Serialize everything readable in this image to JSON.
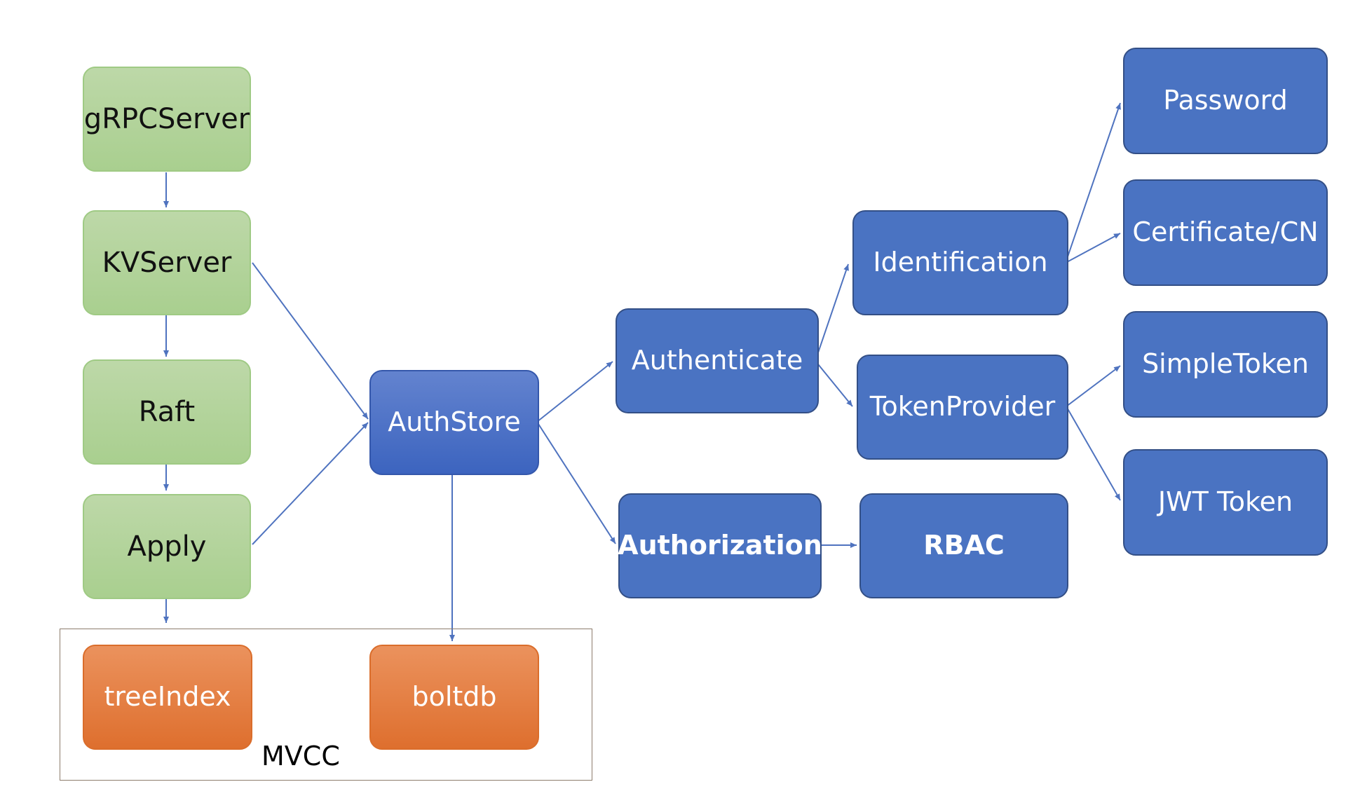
{
  "nodes": {
    "grpcserver": "gRPCServer",
    "kvserver": "KVServer",
    "raft": "Raft",
    "apply": "Apply",
    "authstore": "AuthStore",
    "treeindex": "treeIndex",
    "boltdb": "boltdb",
    "authenticate": "Authenticate",
    "authorization": "Authorization",
    "identification": "Identification",
    "tokenprovider": "TokenProvider",
    "rbac": "RBAC",
    "password": "Password",
    "certificate": "Certificate/CN",
    "simpletoken": "SimpleToken",
    "jwttoken": "JWT Token"
  },
  "containers": {
    "mvcc_label": "MVCC"
  },
  "colors": {
    "green_fill": "#b7d59f",
    "blue_fill": "#4a73c2",
    "orange_fill": "#e57b3f",
    "edge": "#4f73bf"
  },
  "edges": [
    {
      "from": "gRPCServer",
      "to": "KVServer"
    },
    {
      "from": "KVServer",
      "to": "Raft"
    },
    {
      "from": "Raft",
      "to": "Apply"
    },
    {
      "from": "Apply",
      "to": "MVCC"
    },
    {
      "from": "KVServer",
      "to": "AuthStore"
    },
    {
      "from": "Apply",
      "to": "AuthStore"
    },
    {
      "from": "AuthStore",
      "to": "boltdb"
    },
    {
      "from": "AuthStore",
      "to": "Authenticate"
    },
    {
      "from": "AuthStore",
      "to": "Authorization"
    },
    {
      "from": "Authenticate",
      "to": "Identification"
    },
    {
      "from": "Authenticate",
      "to": "TokenProvider"
    },
    {
      "from": "Authorization",
      "to": "RBAC"
    },
    {
      "from": "Identification",
      "to": "Password"
    },
    {
      "from": "Identification",
      "to": "Certificate/CN"
    },
    {
      "from": "TokenProvider",
      "to": "SimpleToken"
    },
    {
      "from": "TokenProvider",
      "to": "JWT Token"
    }
  ]
}
